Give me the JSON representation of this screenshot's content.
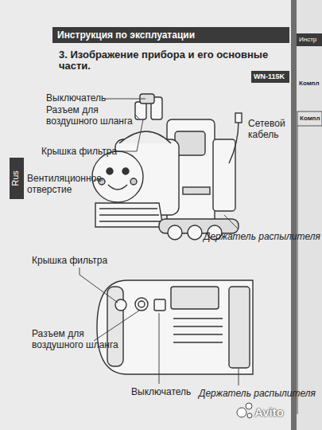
{
  "diagram": {
    "title": "3. Изображение прибора и его основные части.",
    "labels": [
      "Инструкция по эксплуатации",
      "WN-115K",
      "Выключатель",
      "Разъем для воздушного шланга",
      "Крышка фильтра",
      "Вентиляционное отверстие",
      "Сетевой кабель",
      "Держатель распылителя",
      "Rus",
      "Крышка фильтра",
      "Разъем для воздушного шланга",
      "Выключатель",
      "Держатель распылителя",
      "Инстр",
      "Компл",
      "Компл",
      "Avito"
    ]
  }
}
